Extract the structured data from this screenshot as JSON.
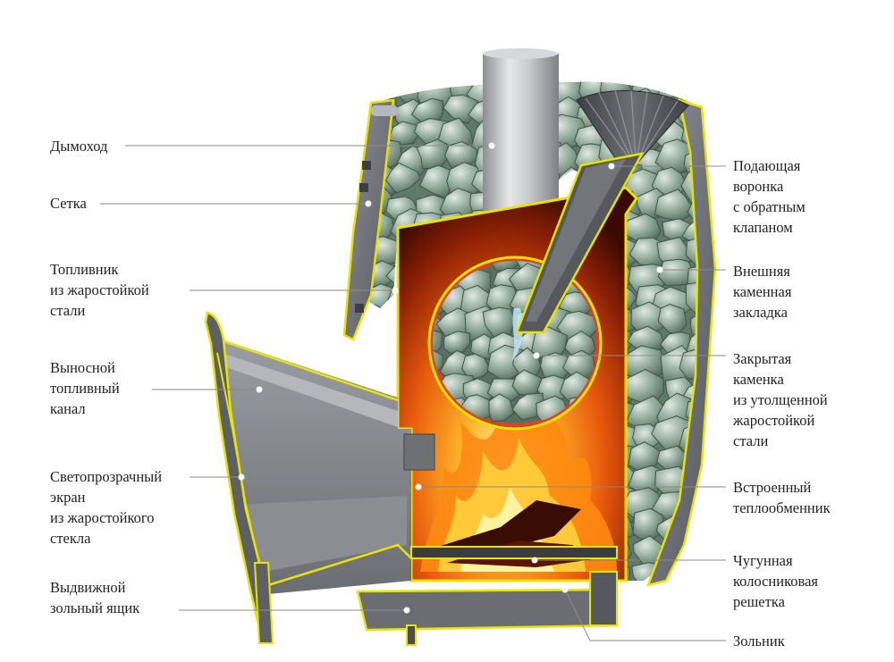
{
  "labels_left": [
    {
      "id": "chimney",
      "lines": [
        "Дымоход"
      ]
    },
    {
      "id": "mesh",
      "lines": [
        "Сетка"
      ]
    },
    {
      "id": "firebox",
      "lines": [
        "Топливник",
        "из жаростойкой",
        "стали"
      ]
    },
    {
      "id": "fuel-channel",
      "lines": [
        "Выносной",
        "топливный",
        "канал"
      ]
    },
    {
      "id": "glass-screen",
      "lines": [
        "Светопрозрачный",
        "экран",
        "из жаростойкого",
        "стекла"
      ]
    },
    {
      "id": "ash-drawer",
      "lines": [
        "Выдвижной",
        "зольный ящик"
      ]
    }
  ],
  "labels_right": [
    {
      "id": "funnel",
      "lines": [
        "Подающая",
        "воронка",
        "с обратным",
        "клапаном"
      ]
    },
    {
      "id": "outer-stones",
      "lines": [
        "Внешняя",
        "каменная",
        "закладка"
      ]
    },
    {
      "id": "closed-heater",
      "lines": [
        "Закрытая",
        "каменка",
        "из утолщенной",
        "жаростойкой",
        "стали"
      ]
    },
    {
      "id": "heat-exchanger",
      "lines": [
        "Встроенный",
        "теплообменник"
      ]
    },
    {
      "id": "grate",
      "lines": [
        "Чугунная",
        "колосниковая",
        "решетка"
      ]
    },
    {
      "id": "ash-pit",
      "lines": [
        "Зольник"
      ]
    }
  ],
  "colors": {
    "outline": "#e8e400",
    "steel": "#6f7378",
    "steel_dark": "#45484c",
    "stone": "#7f9a8a",
    "stone_light": "#c9d8cd",
    "fire_core": "#ffe27a",
    "fire_mid": "#ff8a12",
    "fire_outer": "#8a1f05",
    "leader": "#8a8a8a"
  }
}
